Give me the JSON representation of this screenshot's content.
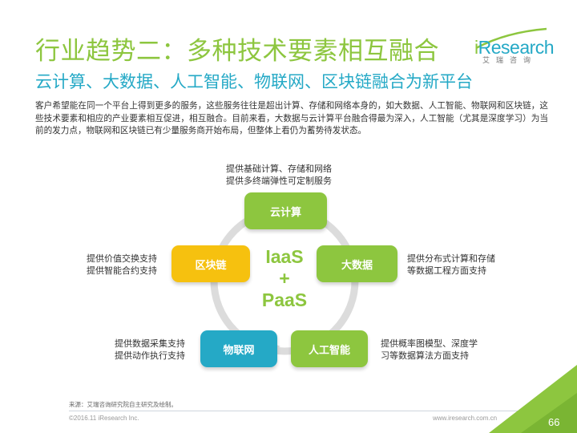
{
  "title": "行业趋势二：多种技术要素相互融合",
  "subtitle": "云计算、大数据、人工智能、物联网、区块链融合为新平台",
  "logo": {
    "brand_i": "i",
    "brand_rest": "Research",
    "sub": "艾瑞咨询"
  },
  "body": "客户希望能在同一个平台上得到更多的服务，这些服务往往是超出计算、存储和网络本身的，如大数据、人工智能、物联网和区块链，这些技术要素和相应的产业要素相互促进，相互融合。目前来看，大数据与云计算平台融合得最为深入，人工智能（尤其是深度学习）为当前的发力点，物联网和区块链已有少量服务商开始布局，但整体上看仍为蓄势待发状态。",
  "diagram": {
    "center_line1": "IaaS",
    "center_plus": "+",
    "center_line2": "PaaS",
    "nodes": {
      "cloud": {
        "label": "云计算",
        "cap1": "提供基础计算、存储和网络",
        "cap2": "提供多终端弹性可定制服务"
      },
      "bigdata": {
        "label": "大数据",
        "cap1": "提供分布式计算和存储",
        "cap2": "等数据工程方面支持"
      },
      "ai": {
        "label": "人工智能",
        "cap1": "提供概率图模型、深度学",
        "cap2": "习等数据算法方面支持"
      },
      "iot": {
        "label": "物联网",
        "cap1": "提供数据采集支持",
        "cap2": "提供动作执行支持"
      },
      "chain": {
        "label": "区块链",
        "cap1": "提供价值交换支持",
        "cap2": "提供智能合约支持"
      }
    }
  },
  "source": "来源：艾瑞咨询研究院自主研究及绘制。",
  "copyright": "©2016.11 iResearch Inc.",
  "website": "www.iresearch.com.cn",
  "page_number": "66",
  "colors": {
    "green": "#8dc63f",
    "blue": "#25a9c6",
    "yellow": "#f6c10f",
    "ring": "#dcdcdc"
  }
}
